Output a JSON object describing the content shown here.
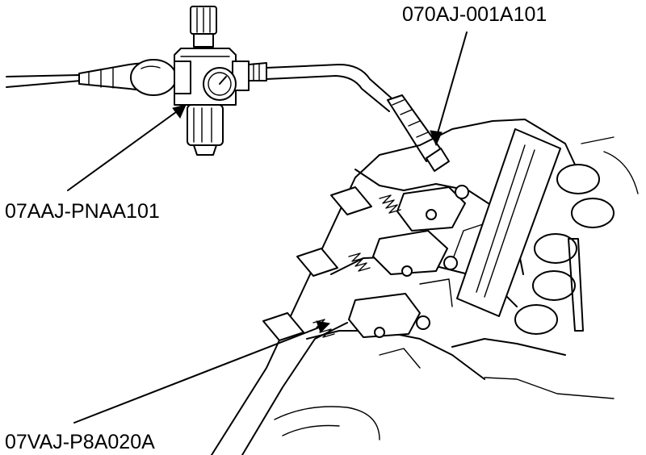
{
  "callouts": {
    "top_right": "070AJ-001A101",
    "middle_left": "07AAJ-PNAA101",
    "bottom_left": "07VAJ-P8A020A"
  },
  "colors": {
    "ink": "#000000",
    "background": "#ffffff"
  }
}
